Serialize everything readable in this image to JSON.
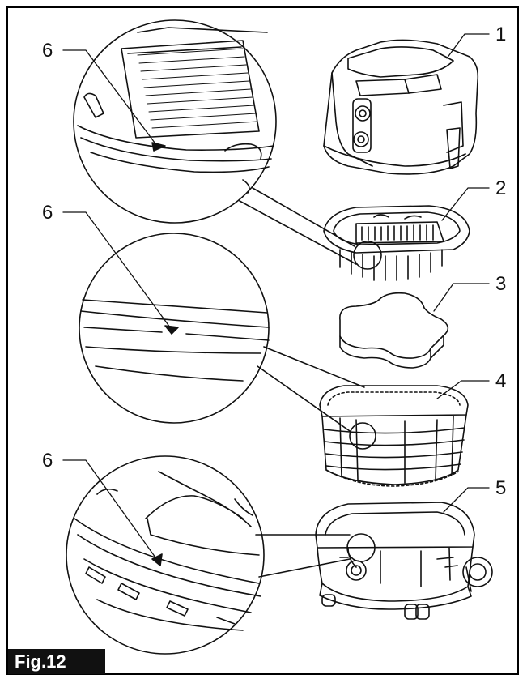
{
  "figure": {
    "label": "Fig.12"
  },
  "callouts": [
    {
      "id": "1",
      "text": "1"
    },
    {
      "id": "2",
      "text": "2"
    },
    {
      "id": "3",
      "text": "3"
    },
    {
      "id": "4",
      "text": "4"
    },
    {
      "id": "5",
      "text": "5"
    },
    {
      "id": "6a",
      "text": "6"
    },
    {
      "id": "6b",
      "text": "6"
    },
    {
      "id": "6c",
      "text": "6"
    }
  ],
  "parts": [
    {
      "callout": "1",
      "icon": "motor-head-unit"
    },
    {
      "callout": "2",
      "icon": "filter-holder"
    },
    {
      "callout": "3",
      "icon": "sponge-filter"
    },
    {
      "callout": "4",
      "icon": "cloth-filter-basket"
    },
    {
      "callout": "5",
      "icon": "tank-with-casters"
    },
    {
      "callout": "6",
      "icon": "triangle-alignment-mark"
    }
  ],
  "colors": {
    "line": "#111111",
    "background": "#ffffff",
    "label_bg": "#111111",
    "label_text": "#ffffff"
  }
}
